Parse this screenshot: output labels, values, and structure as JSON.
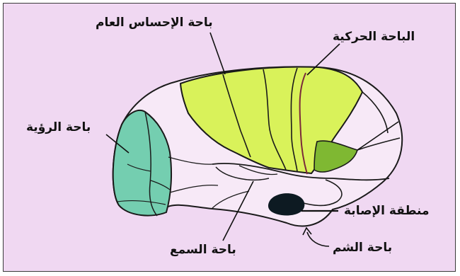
{
  "labels": {
    "somatosensory": "باحة الإحساس العام",
    "motor": "الباحة الحركية",
    "visual": "باحة الرؤية",
    "injury": "منطقة الإصابة",
    "olfactory": "باحة الشم",
    "auditory": "باحة السمع"
  },
  "colors": {
    "background": "#f0d8f2",
    "brain_fill": "#f7e9f7",
    "visual_area": "#74ceb0",
    "sensory_motor": "#d9f25a",
    "dark_green_area": "#7fb832",
    "injury_spot": "#0d1a22",
    "outline": "#1a1a1a",
    "motor_line": "#7a2a3a"
  }
}
